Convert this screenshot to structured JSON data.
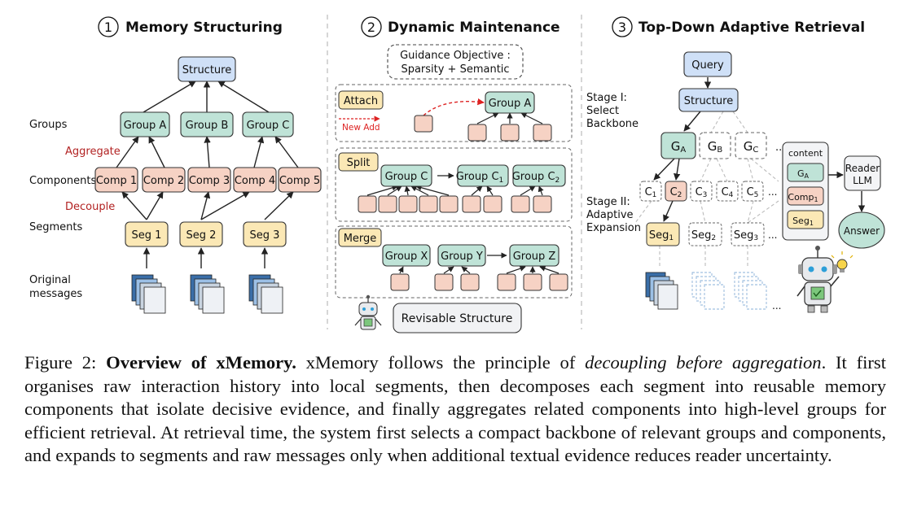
{
  "panels": [
    {
      "number": "1",
      "title": "Memory Structuring"
    },
    {
      "number": "2",
      "title": "Dynamic Maintenance"
    },
    {
      "number": "3",
      "title": "Top-Down Adaptive Retrieval"
    }
  ],
  "p1": {
    "structure": "Structure",
    "groups": [
      "Group A",
      "Group B",
      "Group C"
    ],
    "components": [
      "Comp 1",
      "Comp 2",
      "Comp 3",
      "Comp 4",
      "Comp 5"
    ],
    "segments": [
      "Seg 1",
      "Seg 2",
      "Seg 3"
    ],
    "labels": {
      "groups": "Groups",
      "aggregate": "Aggregate",
      "components": "Components",
      "decouple": "Decouple",
      "segments": "Segments",
      "original_1": "Original",
      "original_2": "messages"
    }
  },
  "p2": {
    "guidance_1": "Guidance Objective :",
    "guidance_2": "Sparsity + Semantic",
    "attach": {
      "tag": "Attach",
      "new_add": "New Add",
      "group": "Group A"
    },
    "split": {
      "tag": "Split",
      "from": "Group C",
      "to1": "Group C",
      "to1_sub": "1",
      "to2": "Group C",
      "to2_sub": "2"
    },
    "merge": {
      "tag": "Merge",
      "a": "Group X",
      "b": "Group Y",
      "c": "Group Z"
    },
    "revisable": "Revisable Structure"
  },
  "p3": {
    "query": "Query",
    "structure": "Structure",
    "stage1": [
      "Stage I:",
      "Select",
      "Backbone"
    ],
    "stage2": [
      "Stage II:",
      "Adaptive",
      "Expansion"
    ],
    "groups": [
      {
        "main": "G",
        "sub": "A"
      },
      {
        "main": "G",
        "sub": "B"
      },
      {
        "main": "G",
        "sub": "C"
      }
    ],
    "comps": [
      {
        "main": "C",
        "sub": "1"
      },
      {
        "main": "C",
        "sub": "2"
      },
      {
        "main": "C",
        "sub": "3"
      },
      {
        "main": "C",
        "sub": "4"
      },
      {
        "main": "C",
        "sub": "5"
      }
    ],
    "segs": [
      {
        "main": "Seg",
        "sub": "1"
      },
      {
        "main": "Seg",
        "sub": "2"
      },
      {
        "main": "Seg",
        "sub": "3"
      }
    ],
    "ellipsis": "...",
    "content_label": "content",
    "content_items": [
      {
        "main": "G",
        "sub": "A"
      },
      {
        "main": "Comp",
        "sub": "1"
      },
      {
        "main": "Seg",
        "sub": "1"
      }
    ],
    "reader_1": "Reader",
    "reader_2": "LLM",
    "answer": "Answer"
  },
  "caption": {
    "label": "Figure 2:",
    "title": "Overview of xMemory.",
    "part1": "xMemory follows the principle of",
    "emph": "decoupling before aggregation",
    "part2": ". It first organises raw interaction history into local segments, then decomposes each segment into reusable memory components that isolate decisive evidence, and finally aggregates related components into high-level groups for efficient retrieval. At retrieval time, the system first selects a compact backbone of relevant groups and components, and expands to segments and raw messages only when additional textual evidence reduces reader uncertainty."
  },
  "colors": {
    "structure": "#cfe0f7",
    "group": "#bfe3d7",
    "component": "#f6d2c4",
    "segment": "#fbe8b5",
    "annotation_red": "#b22222",
    "new_add_red": "#dd2222",
    "stroke": "#333333",
    "dashed_gray": "#bbbbbb"
  }
}
